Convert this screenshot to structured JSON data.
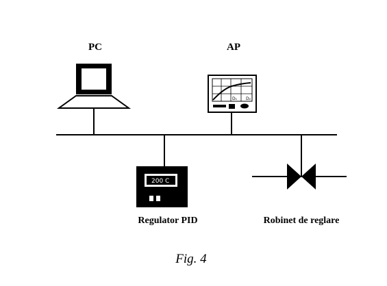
{
  "nodes": {
    "pc": {
      "label": "PC"
    },
    "ap": {
      "label": "AP",
      "marker_1": "D₁",
      "marker_2": "D₂"
    },
    "regulator": {
      "label": "Regulator PID",
      "display": "200 C"
    },
    "valve": {
      "label": "Robinet de reglare"
    }
  },
  "caption": "Fig. 4"
}
